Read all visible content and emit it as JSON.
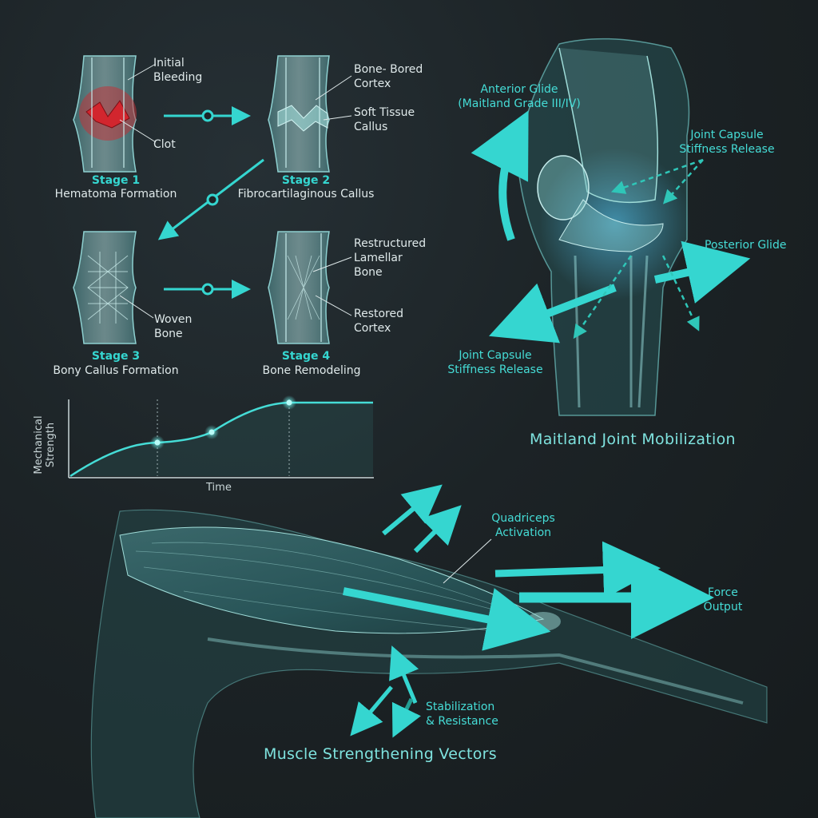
{
  "fracture_stages": {
    "stage1": {
      "number": "Stage 1",
      "name": "Hematoma Formation",
      "labels": {
        "bleeding": "Initial\nBleeding",
        "clot": "Clot"
      }
    },
    "stage2": {
      "number": "Stage 2",
      "name": "Fibrocartilaginous Callus",
      "labels": {
        "cortex": "Bone- Bored\nCortex",
        "callus": "Soft Tissue\nCallus"
      }
    },
    "stage3": {
      "number": "Stage 3",
      "name": "Bony Callus Formation",
      "labels": {
        "woven": "Woven\nBone"
      }
    },
    "stage4": {
      "number": "Stage 4",
      "name": "Bone Remodeling",
      "labels": {
        "lamellar": "Restructured\nLamellar\nBone",
        "cortex": "Restored\nCortex"
      }
    }
  },
  "strength_curve": {
    "ylabel": "Mechanical\nStrength",
    "xlabel": "Time"
  },
  "joint": {
    "title": "Maitland Joint Mobilization",
    "anterior": "Anterior Glide\n(Maitland Grade III/IV)",
    "capsule_top": "Joint Capsule\nStiffness Release",
    "posterior": "Posterior Glide",
    "capsule_bottom": "Joint Capsule\nStiffness Release"
  },
  "muscle": {
    "title": "Muscle Strengthening Vectors",
    "quadriceps": "Quadriceps\nActivation",
    "force": "Force\nOutput",
    "stabilization": "Stabilization\n& Resistance"
  },
  "colors": {
    "accent": "#35d6d0",
    "blood": "#c0343a",
    "bone": "#7fb9bb"
  }
}
